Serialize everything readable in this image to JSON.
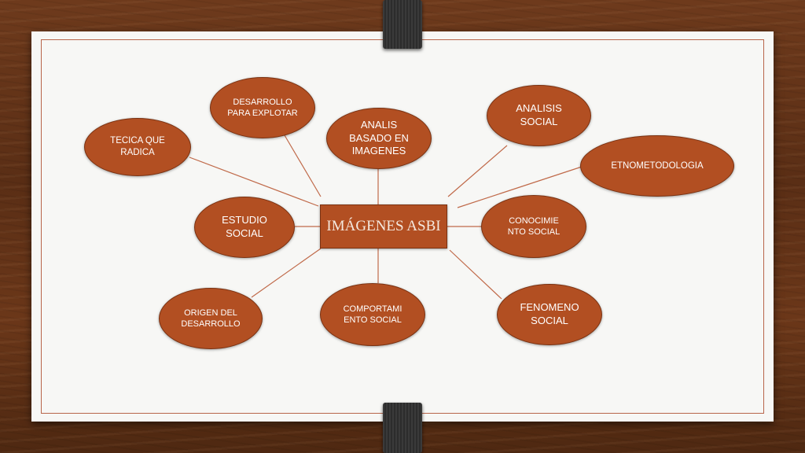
{
  "diagram": {
    "center": "IMÁGENES ASBI",
    "nodes": {
      "desarrollo_para_explotar": "DESARROLLO PARA EXPLOTAR",
      "tecica_que_radica": "TECICA QUE RADICA",
      "analis_basado_en_imagenes": "ANALIS BASADO EN IMAGENES",
      "analisis_social": "ANALISIS SOCIAL",
      "etnometodologia": "ETNOMETODOLOGIA",
      "estudio_social": "ESTUDIO SOCIAL",
      "conocimiento_social": "CONOCIMIE NTO SOCIAL",
      "origen_del_desarrollo": "ORIGEN DEL DESARROLLO",
      "comportamiento_social": "COMPORTAMI ENTO SOCIAL",
      "fenomeno_social": "FENOMENO SOCIAL"
    }
  },
  "colors": {
    "node_fill": "#b24f22",
    "connector": "#c06a4a",
    "background_wood": "#5a2e15"
  }
}
